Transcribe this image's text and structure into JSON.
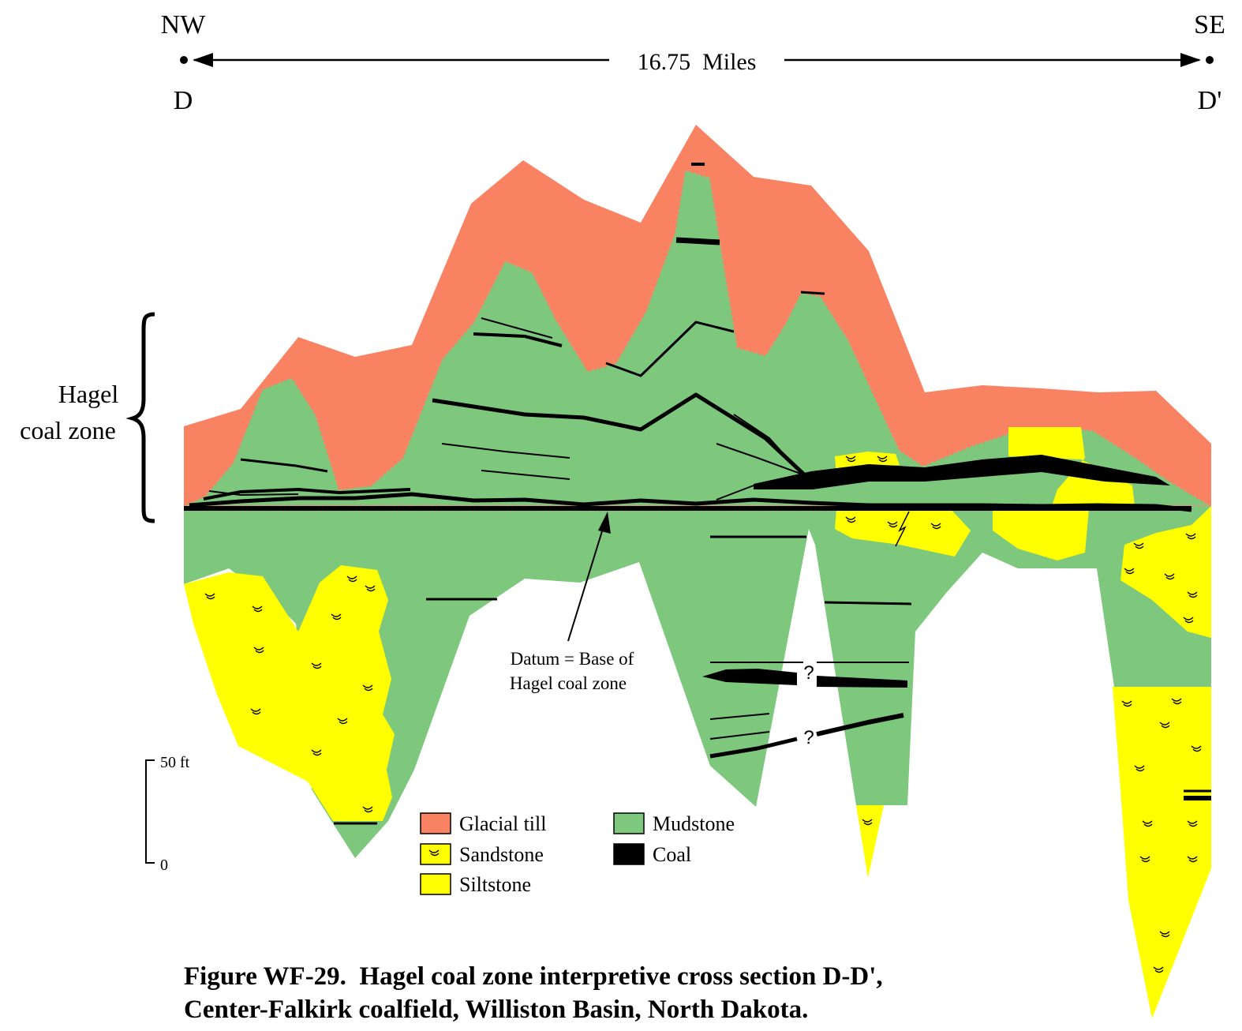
{
  "header": {
    "left_direction": "NW",
    "right_direction": "SE",
    "left_point": "D",
    "right_point": "D'",
    "distance": "16.75  Miles"
  },
  "zone_bracket_label": [
    "Hagel",
    "coal zone"
  ],
  "datum_label": [
    "Datum = Base of",
    "Hagel coal zone"
  ],
  "question_mark": "?",
  "scale_bar": {
    "top_label": "50 ft",
    "bottom_label": "0"
  },
  "legend": [
    {
      "label": "Glacial till",
      "color": "#F98262",
      "pattern": "solid"
    },
    {
      "label": "Sandstone",
      "color": "#FFFF00",
      "pattern": "ripples"
    },
    {
      "label": "Siltstone",
      "color": "#FFFF00",
      "pattern": "solid"
    },
    {
      "label": "Mudstone",
      "color": "#7EC87E",
      "pattern": "solid"
    },
    {
      "label": "Coal",
      "color": "#000000",
      "pattern": "solid"
    }
  ],
  "caption": [
    "Figure WF-29.  Hagel coal zone interpretive cross section D-D',",
    "Center-Falkirk coalfield, Williston Basin, North Dakota."
  ]
}
